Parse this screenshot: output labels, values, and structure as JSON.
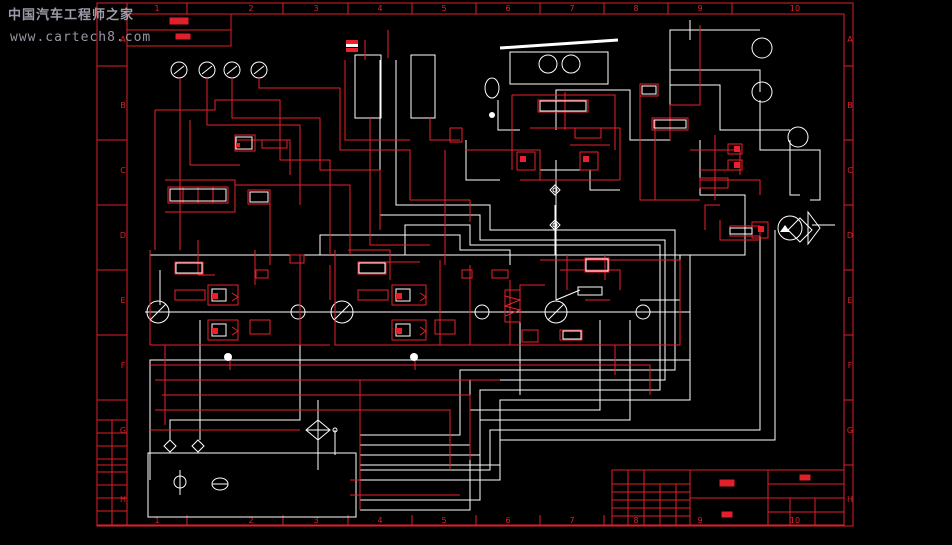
{
  "watermark": {
    "line1": "中国汽车工程师之家",
    "line2": "www.cartech8.com"
  },
  "frame": {
    "top_numbers": [
      "1",
      "2",
      "3",
      "4",
      "5",
      "6",
      "7",
      "8",
      "9",
      "10"
    ],
    "left_letters": [
      "A",
      "B",
      "C",
      "D",
      "E",
      "F",
      "G",
      "H"
    ],
    "right_letters": [
      "A",
      "B",
      "C",
      "D",
      "E",
      "F",
      "G",
      "H"
    ],
    "bottom_numbers": [
      "1",
      "2",
      "3",
      "4",
      "5",
      "6",
      "7",
      "8",
      "9",
      "10"
    ]
  },
  "colors": {
    "background": "#000000",
    "frame_red": "#e0202a",
    "line_white": "#ffffff",
    "line_red": "#e8212b"
  }
}
